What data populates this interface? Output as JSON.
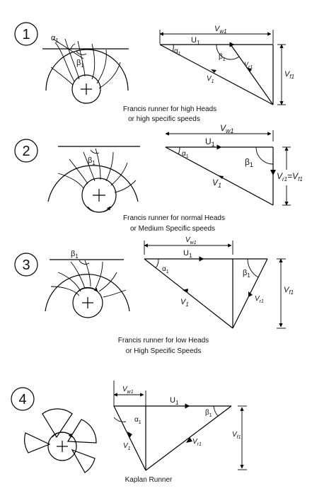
{
  "panels": [
    {
      "number": "1",
      "caption_line1": "Francis runner for high Heads",
      "caption_line2": "or high specific speeds",
      "vw": "V",
      "vw_sub": "w1",
      "u": "U",
      "u_sub": "1",
      "alpha": "α",
      "alpha_sub": "1",
      "beta": "β",
      "beta_sub": "1",
      "vr": "V",
      "vr_sub": "r1",
      "v": "V",
      "v_sub": "1",
      "vf": "V",
      "vf_sub": "f1",
      "runner_alpha": "α",
      "runner_alpha_sub": "1",
      "runner_beta": "β",
      "runner_beta_sub": "1"
    },
    {
      "number": "2",
      "caption_line1": "Francis runner for normal Heads",
      "caption_line2": "or Medium Specific speeds",
      "vw": "V",
      "vw_sub": "w1",
      "u": "U",
      "u_sub": "1",
      "alpha": "α",
      "alpha_sub": "1",
      "beta": "β",
      "beta_sub": "1",
      "v": "V",
      "v_sub": "1",
      "vr": "V",
      "vr_sub": "r1",
      "equals": "=",
      "vf": "V",
      "vf_sub": "f1",
      "runner_beta": "β",
      "runner_beta_sub": "1"
    },
    {
      "number": "3",
      "caption_line1": "Francis runner for low Heads",
      "caption_line2": "or High Specific Speeds",
      "vw": "V",
      "vw_sub": "w1",
      "u": "U",
      "u_sub": "1",
      "alpha": "α",
      "alpha_sub": "1",
      "beta": "β",
      "beta_sub": "1",
      "v": "V",
      "v_sub": "1",
      "vr": "V",
      "vr_sub": "r1",
      "vf": "V",
      "vf_sub": "f1",
      "runner_beta": "β",
      "runner_beta_sub": "1"
    },
    {
      "number": "4",
      "caption_line1": "Kaplan Runner",
      "vw": "V",
      "vw_sub": "w1",
      "u": "U",
      "u_sub": "1",
      "alpha": "α",
      "alpha_sub": "1",
      "beta": "β",
      "beta_sub": "1",
      "v": "V",
      "v_sub": "1",
      "vr": "V",
      "vr_sub": "r1",
      "vf": "V",
      "vf_sub": "f1"
    }
  ]
}
